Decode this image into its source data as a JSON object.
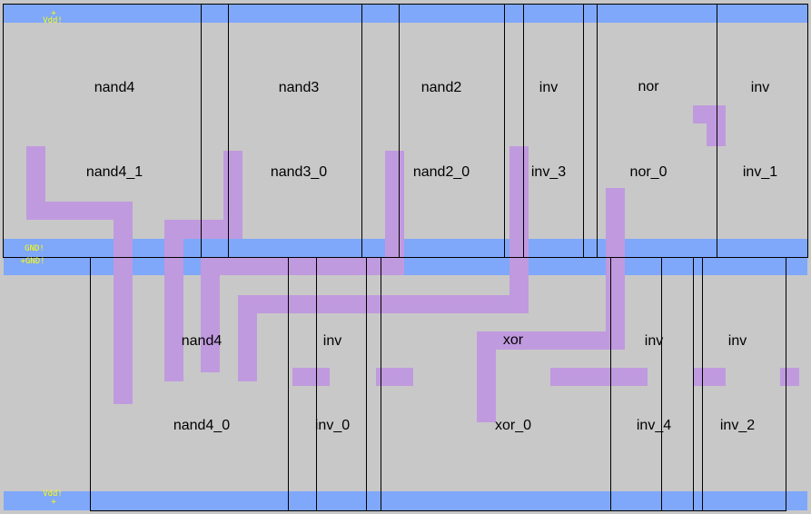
{
  "top_row": {
    "cells": [
      {
        "type": "nand4",
        "instance": "nand4_1"
      },
      {
        "type": "nand3",
        "instance": "nand3_0"
      },
      {
        "type": "nand2",
        "instance": "nand2_0"
      },
      {
        "type": "inv",
        "instance": "inv_3"
      },
      {
        "type": "nor",
        "instance": "nor_0"
      },
      {
        "type": "inv",
        "instance": "inv_1"
      }
    ]
  },
  "bottom_row": {
    "cells": [
      {
        "type": "nand4",
        "instance": "nand4_0"
      },
      {
        "type": "inv",
        "instance": "inv_0"
      },
      {
        "type": "xor",
        "instance": "xor_0"
      },
      {
        "type": "inv",
        "instance": "inv_4"
      },
      {
        "type": "inv",
        "instance": "inv_2"
      }
    ]
  },
  "power": {
    "vdd_top": "Vdd!",
    "gnd_a": "GND!",
    "gnd_b": "+GND!",
    "vdd_bottom": "Vdd!",
    "plus": "+"
  },
  "colors": {
    "background": "#c8c8c8",
    "power_rail": "#7fa7fa",
    "wire": "#c09ade",
    "outline": "#000000",
    "power_label": "#ffff00"
  }
}
